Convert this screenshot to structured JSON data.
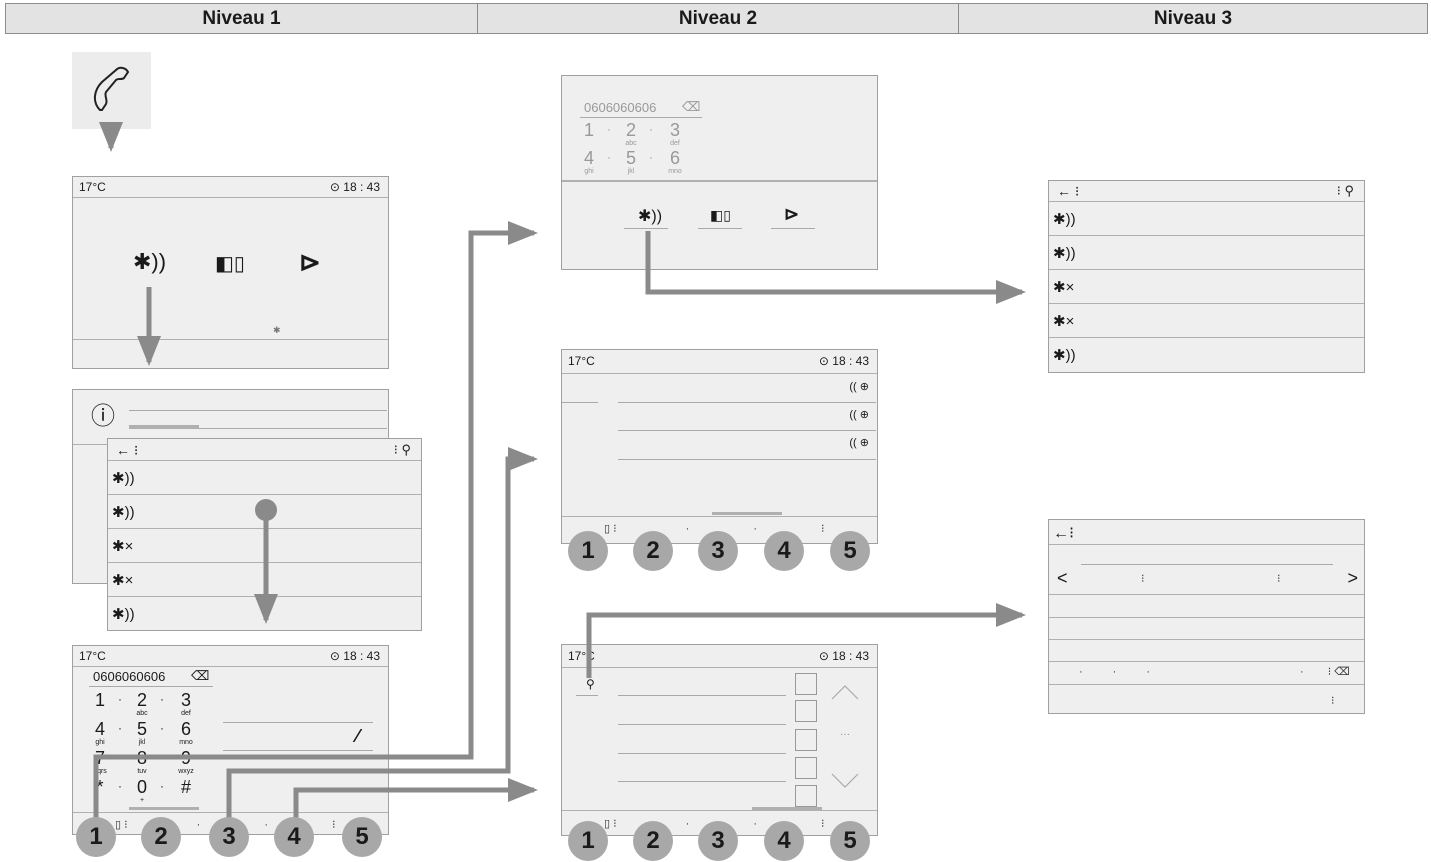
{
  "header": {
    "col1": "Niveau 1",
    "col2": "Niveau 2",
    "col3": "Niveau 3"
  },
  "status": {
    "temp": "17°C",
    "time": "18 : 43"
  },
  "dial": {
    "number": "0606060606",
    "keys": [
      {
        "d": "1",
        "s": ""
      },
      {
        "d": "2",
        "s": "abc"
      },
      {
        "d": "3",
        "s": "def"
      },
      {
        "d": "4",
        "s": "ghi"
      },
      {
        "d": "5",
        "s": "jkl"
      },
      {
        "d": "6",
        "s": "mno"
      },
      {
        "d": "7",
        "s": "pqrs"
      },
      {
        "d": "8",
        "s": "tuv"
      },
      {
        "d": "9",
        "s": "wxyz"
      },
      {
        "d": "*",
        "s": ""
      },
      {
        "d": "0",
        "s": "+"
      },
      {
        "d": "#",
        "s": ""
      }
    ]
  },
  "badges": [
    "1",
    "2",
    "3",
    "4",
    "5"
  ],
  "icons": {
    "phone": "phone-icon",
    "bluetooth": "bluetooth-icon",
    "contacts": "contacts-icon",
    "play": "play-icon",
    "info": "info-icon",
    "back": "back-arrow-icon",
    "search": "search-icon"
  },
  "glyphs": {
    "bt_on": "✱))",
    "bt_off": "✱×",
    "info": "ⓘ",
    "back": "←",
    "search": "⚲",
    "menu": "⁝",
    "play": "⊳",
    "contacts": "◧▯",
    "call": "(( ⊕",
    "lt": "<",
    "gt": ">",
    "del": "⌫"
  },
  "colors": {
    "screen": "#efefef",
    "arrow": "#8a8a8a",
    "badge": "#a8a8a8"
  }
}
